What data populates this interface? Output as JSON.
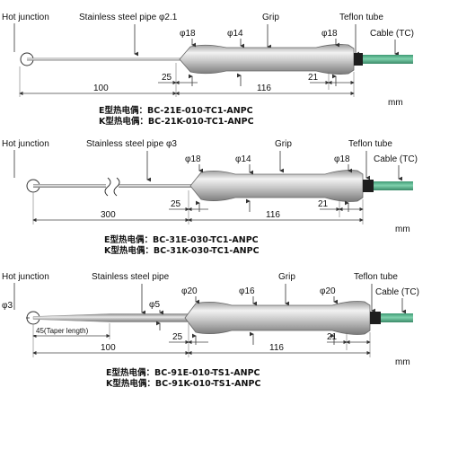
{
  "unit": "mm",
  "diagrams": [
    {
      "labels": {
        "hot_junction": "Hot junction",
        "pipe": "Stainless steel pipe φ2.1",
        "grip": "Grip",
        "teflon": "Teflon tube",
        "cable": "Cable (TC)"
      },
      "diameters": [
        "φ18",
        "φ14",
        "φ18"
      ],
      "dims": {
        "probe": "100",
        "taper": "25",
        "grip": "116",
        "end": "21"
      },
      "models": [
        "E型热电偶：BC-21E-010-TC1-ANPC",
        "K型热电偶：BC-21K-010-TC1-ANPC"
      ]
    },
    {
      "labels": {
        "hot_junction": "Hot junction",
        "pipe": "Stainless steel pipe φ3",
        "grip": "Grip",
        "teflon": "Teflon tube",
        "cable": "Cable (TC)"
      },
      "diameters": [
        "φ18",
        "φ14",
        "φ18"
      ],
      "dims": {
        "probe": "300",
        "taper": "25",
        "grip": "116",
        "end": "21"
      },
      "models": [
        "E型热电偶：BC-31E-030-TC1-ANPC",
        "K型热电偶：BC-31K-030-TC1-ANPC"
      ]
    },
    {
      "labels": {
        "hot_junction": "Hot junction",
        "pipe": "Stainless steel pipe",
        "grip": "Grip",
        "teflon": "Teflon tube",
        "cable": "Cable (TC)"
      },
      "tip_diameter": "φ3",
      "pipe_diameter": "φ5",
      "taper_note": "45(Taper length)",
      "diameters": [
        "φ20",
        "φ16",
        "φ20"
      ],
      "dims": {
        "probe": "100",
        "taper": "25",
        "grip": "116",
        "end": "21"
      },
      "models": [
        "E型热电偶：BC-91E-010-TS1-ANPC",
        "K型热电偶：BC-91K-010-TS1-ANPC"
      ]
    }
  ],
  "colors": {
    "cable_green": "#4fae87",
    "metal_light": "#e6e6e6",
    "metal_dark": "#8c8c8c"
  }
}
